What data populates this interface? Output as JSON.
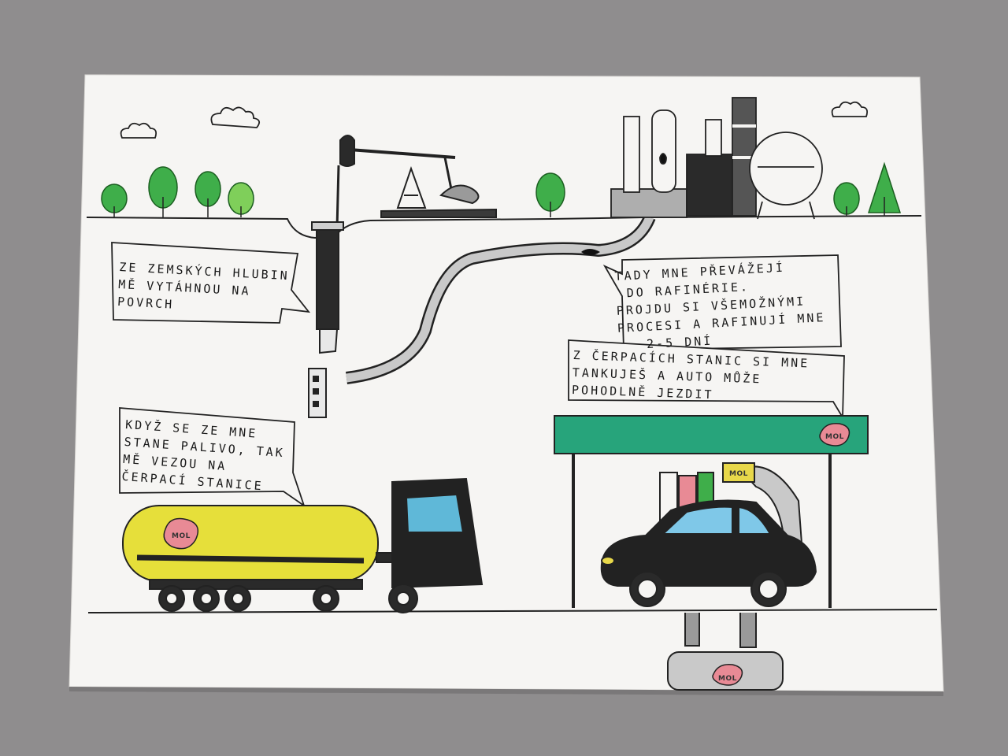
{
  "bubbles": {
    "extraction": {
      "line1": "ZE ZEMSKÝCH HLUBIN",
      "line2": "MĚ VYTÁHNOU NA",
      "line3": "POVRCH"
    },
    "refinery": {
      "line1": "TADY MNE PŘEVÁŽEJÍ",
      "line2": "DO RAFINÉRIE.",
      "line3": "PROJDU SI VŠEMOŽNÝMI",
      "line4": "PROCESI A RAFINUJÍ MNE",
      "line5": "2-5 DNÍ"
    },
    "station": {
      "line1": "Z ČERPACÍCH STANIC SI MNE",
      "line2": "TANKUJEŠ A AUTO MŮŽE",
      "line3": "POHODLNĚ JEZDIT"
    },
    "fuel": {
      "line1": "KDYŽ SE ZE MNE",
      "line2": "STANE PALIVO, TAK",
      "line3": "MĚ VEZOU NA",
      "line4": "ČERPACÍ STANICE"
    }
  },
  "logos": {
    "tanker": "MOL",
    "canopy": "MOL",
    "pump": "MOL",
    "storage": "MOL"
  },
  "colors": {
    "paper": "#f5f4f2",
    "ink": "#1e1e1e",
    "tree_green": "#3fae4a",
    "canopy_green": "#27a47b",
    "tanker_yellow": "#e6df3a",
    "logo_pink": "#e88a95",
    "cab_blue": "#5fb8d8",
    "sign_yellow": "#e8d84a"
  }
}
